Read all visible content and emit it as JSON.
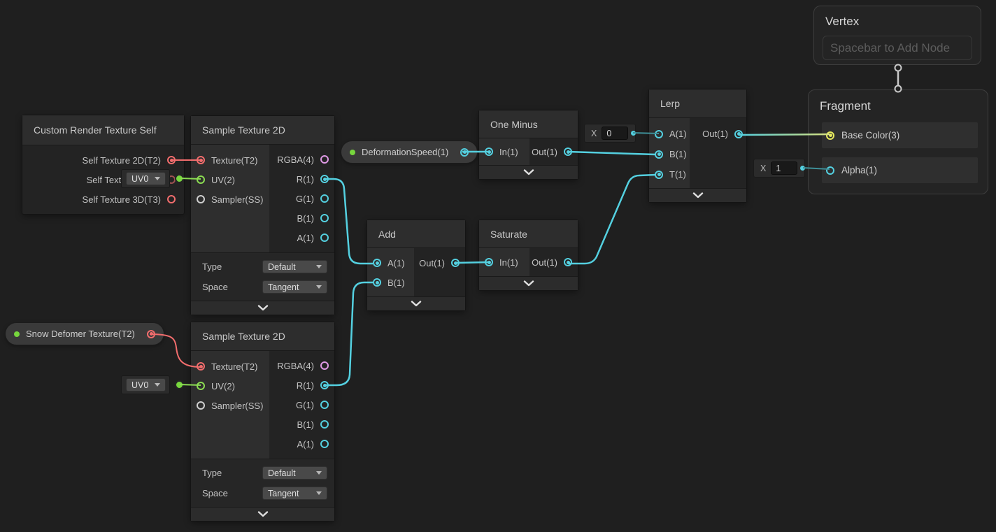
{
  "colors": {
    "canvas_bg": "#1f1f1f",
    "node_body": "#232323",
    "node_header": "#2d2d2d",
    "input_panel": "#2e2e2e",
    "wire_cyan": "#54d0e0",
    "wire_red": "#f26d6d",
    "wire_green": "#8bdc52",
    "wire_dim_cyan": "#3e8f98",
    "wire_gradient_end": "#d6df7c",
    "port_yellow": "#e6e95e",
    "port_pink": "#e09ae6",
    "port_gray": "#cfcfcf",
    "property_dot_green": "#77d63d"
  },
  "context": {
    "vertex": {
      "title": "Vertex",
      "placeholder": "Spacebar to Add Node"
    },
    "fragment": {
      "title": "Fragment",
      "slots": [
        {
          "label": "Base Color(3)"
        },
        {
          "label": "Alpha(1)"
        }
      ]
    }
  },
  "nodes": {
    "crts": {
      "title": "Custom Render Texture Self",
      "outputs": [
        {
          "label": "Self Texture 2D(T2)"
        },
        {
          "label": "Self Texture ("
        },
        {
          "label": "Self Texture 3D(T3)"
        }
      ]
    },
    "st1": {
      "title": "Sample Texture 2D",
      "inputs": [
        {
          "label": "Texture(T2)"
        },
        {
          "label": "UV(2)"
        },
        {
          "label": "Sampler(SS)"
        }
      ],
      "outputs": [
        {
          "label": "RGBA(4)"
        },
        {
          "label": "R(1)"
        },
        {
          "label": "G(1)"
        },
        {
          "label": "B(1)"
        },
        {
          "label": "A(1)"
        }
      ],
      "controls": [
        {
          "label": "Type",
          "value": "Default"
        },
        {
          "label": "Space",
          "value": "Tangent"
        }
      ]
    },
    "st2": {
      "title": "Sample Texture 2D",
      "inputs": [
        {
          "label": "Texture(T2)"
        },
        {
          "label": "UV(2)"
        },
        {
          "label": "Sampler(SS)"
        }
      ],
      "outputs": [
        {
          "label": "RGBA(4)"
        },
        {
          "label": "R(1)"
        },
        {
          "label": "G(1)"
        },
        {
          "label": "B(1)"
        },
        {
          "label": "A(1)"
        }
      ],
      "controls": [
        {
          "label": "Type",
          "value": "Default"
        },
        {
          "label": "Space",
          "value": "Tangent"
        }
      ]
    },
    "one_minus": {
      "title": "One Minus",
      "inputs": [
        {
          "label": "In(1)"
        }
      ],
      "outputs": [
        {
          "label": "Out(1)"
        }
      ]
    },
    "add": {
      "title": "Add",
      "inputs": [
        {
          "label": "A(1)"
        },
        {
          "label": "B(1)"
        }
      ],
      "outputs": [
        {
          "label": "Out(1)"
        }
      ]
    },
    "saturate": {
      "title": "Saturate",
      "inputs": [
        {
          "label": "In(1)"
        }
      ],
      "outputs": [
        {
          "label": "Out(1)"
        }
      ]
    },
    "lerp": {
      "title": "Lerp",
      "inputs": [
        {
          "label": "A(1)"
        },
        {
          "label": "B(1)"
        },
        {
          "label": "T(1)"
        }
      ],
      "outputs": [
        {
          "label": "Out(1)"
        }
      ]
    }
  },
  "properties": {
    "deformation_speed": {
      "label": "DeformationSpeed(1)"
    },
    "snow_deformer": {
      "label": "Snow Defomer Texture(T2)"
    }
  },
  "value_widgets": {
    "lerp_a": {
      "label": "X",
      "value": "0"
    },
    "fragment_alpha": {
      "label": "X",
      "value": "1"
    },
    "st1_uv": {
      "value": "UV0"
    },
    "st2_uv": {
      "value": "UV0"
    }
  }
}
